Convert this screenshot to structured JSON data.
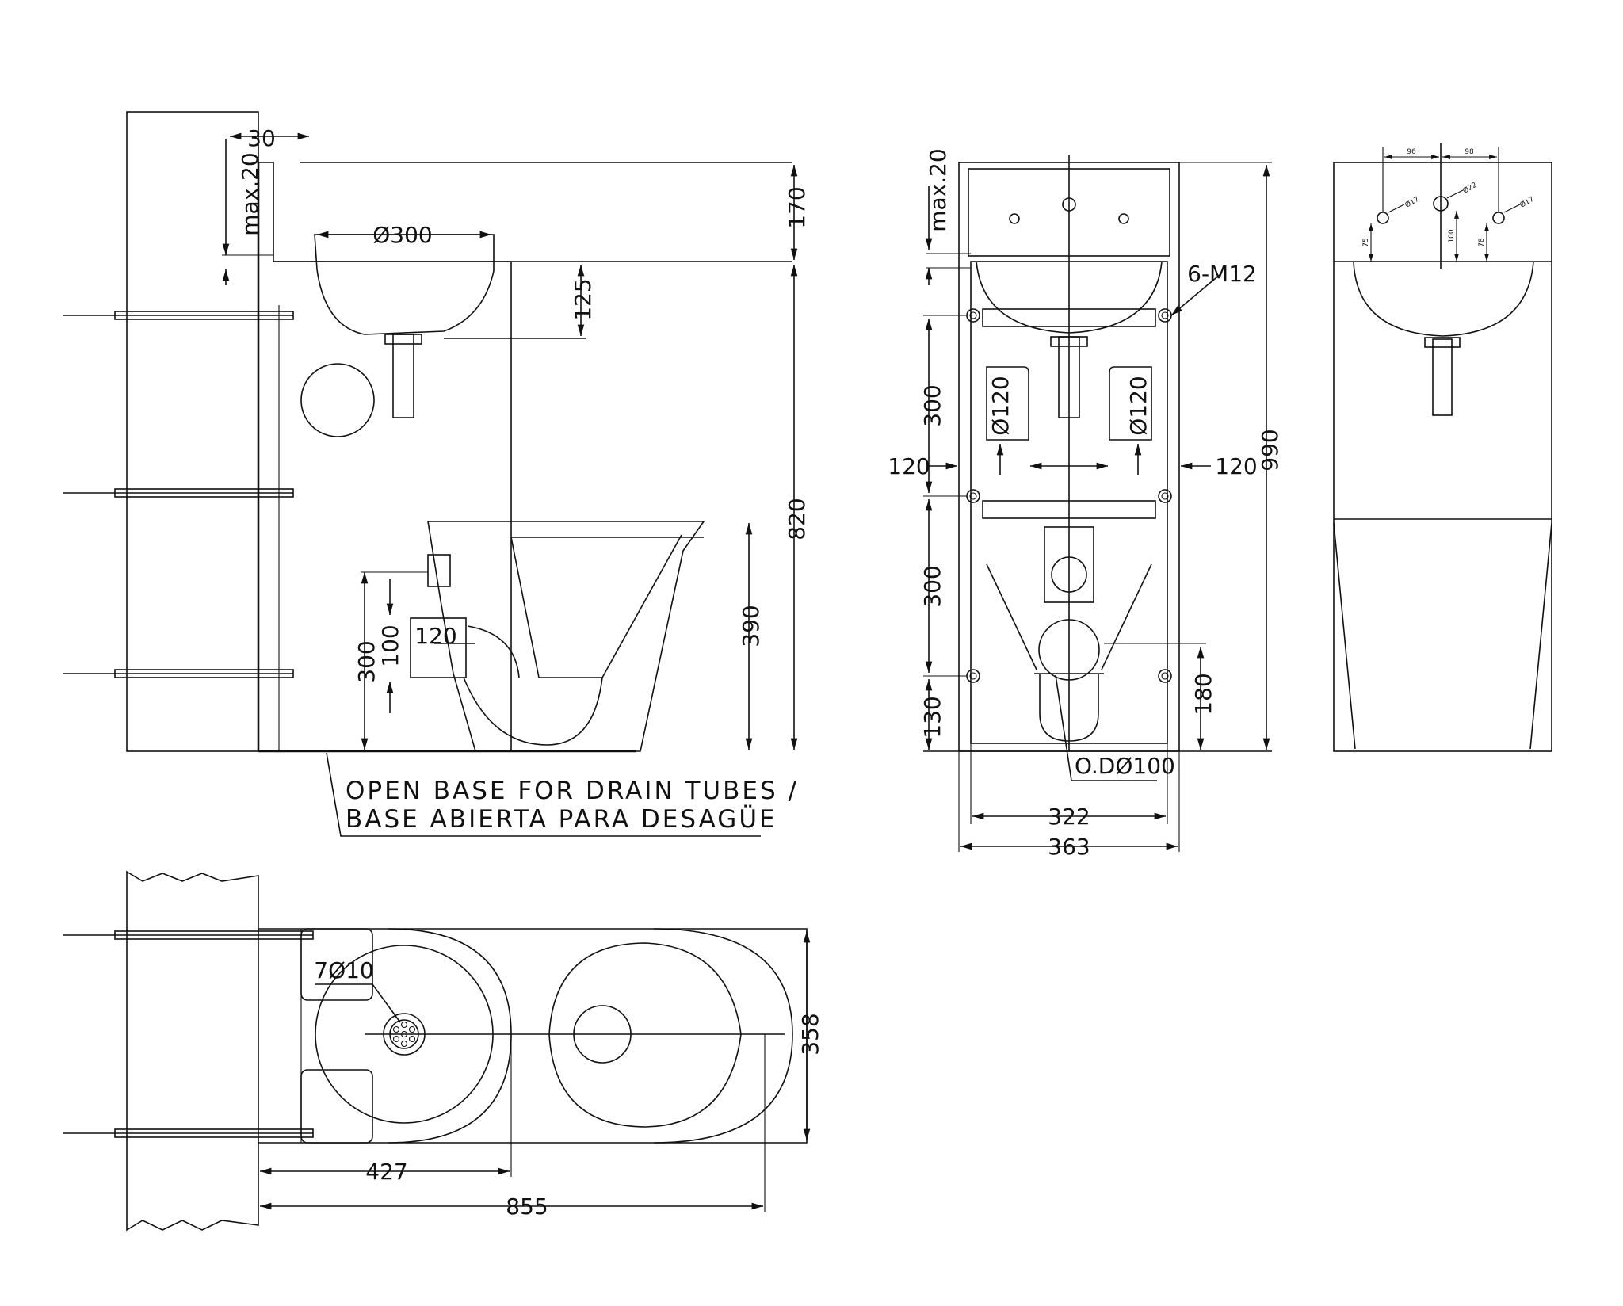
{
  "side_view": {
    "dim_30": "30",
    "dim_max20": "max.20",
    "dim_basin_dia": "Ø300",
    "dim_170": "170",
    "dim_125": "125",
    "dim_820": "820",
    "dim_390": "390",
    "dim_300": "300",
    "dim_100": "100",
    "dim_120": "120"
  },
  "note": {
    "line1": "OPEN BASE FOR DRAIN TUBES /",
    "line2": "BASE ABIERTA PARA DESAGÜE"
  },
  "front_view": {
    "dim_max20": "max.20",
    "bolts": "6-M12",
    "dim_300_top": "300",
    "dim_300_bottom": "300",
    "dim_130": "130",
    "dim_120_left": "120",
    "dim_120_right": "120",
    "dim_opening_left": "Ø120",
    "dim_opening_right": "Ø120",
    "dim_990": "990",
    "dim_180": "180",
    "dim_outlet": "O.DØ100",
    "dim_322": "322",
    "dim_363": "363"
  },
  "rear_view": {
    "dim_96": "96",
    "dim_98": "98",
    "dim_hole_left": "Ø17",
    "dim_hole_center": "Ø22",
    "dim_hole_right": "Ø17",
    "dim_75": "75",
    "dim_100": "100",
    "dim_78": "78"
  },
  "plan_view": {
    "dim_holes": "7Ø10",
    "dim_358": "358",
    "dim_427": "427",
    "dim_855": "855"
  }
}
